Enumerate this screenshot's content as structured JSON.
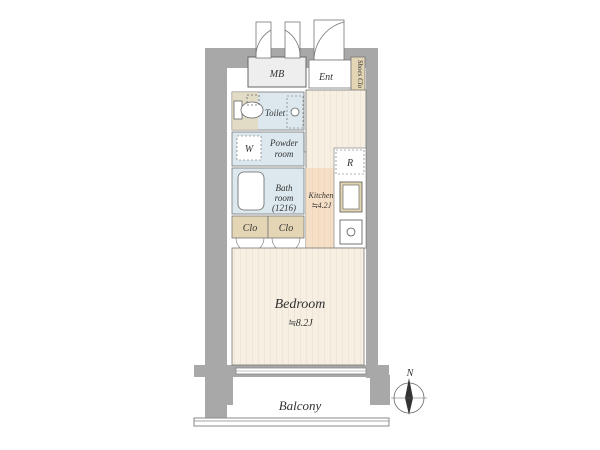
{
  "rooms": {
    "mb": "MB",
    "entrance": "Ent",
    "shoes_closet": "Shoes Clo",
    "toilet": "Toilet",
    "powder_room_l1": "Powder",
    "powder_room_l2": "room",
    "washer": "W",
    "refrigerator": "R",
    "bath_l1": "Bath",
    "bath_l2": "room",
    "bath_l3": "(1216)",
    "kitchen_l1": "Kitchen",
    "kitchen_l2": "≒4.2J",
    "closet_left": "Clo",
    "closet_right": "Clo",
    "bedroom": "Bedroom",
    "bedroom_area": "≒8.2J",
    "balcony": "Balcony"
  },
  "compass": {
    "north": "N"
  },
  "colors": {
    "wall": "#a8a8a8",
    "wall_dark": "#8f8f8f",
    "floor_wood": "#f6efe2",
    "floor_stripe": "#e6dcc9",
    "kitchen_floor": "#f5dfc6",
    "wet_area": "#dce8ee",
    "closet": "#e4d6b4",
    "mb_fill": "#eeeeee"
  }
}
